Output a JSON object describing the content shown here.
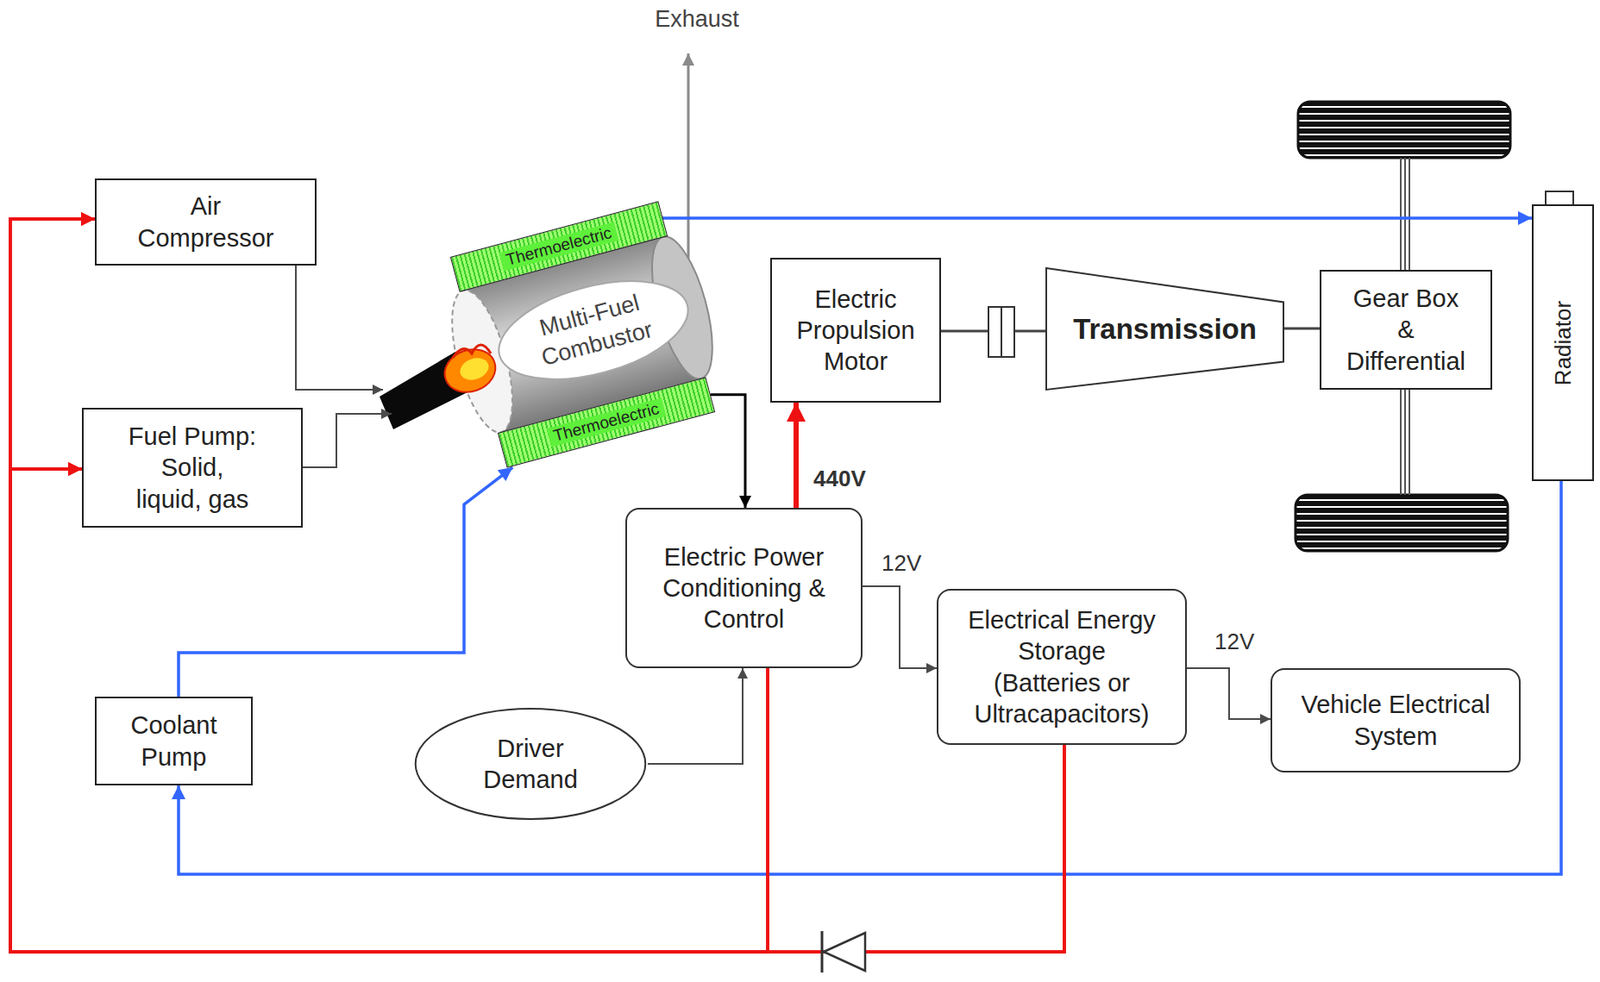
{
  "diagram": {
    "nodes": [
      {
        "text": [
          "Air Compressor"
        ]
      },
      {
        "text": [
          "Fuel Pump: Solid, liquid, gas"
        ]
      },
      {
        "text": [
          "Thermoelectric"
        ]
      },
      {
        "text": [
          "Multi-Fuel Combustor"
        ]
      },
      {
        "text": [
          "Thermoelectric"
        ]
      },
      {
        "text": [
          "Electric Propulsion Motor"
        ]
      },
      {
        "text": [
          "Transmission"
        ]
      },
      {
        "text": [
          "Gear Box & Differential"
        ]
      },
      {
        "text": [
          "Radiator"
        ]
      },
      {
        "text": [
          "Electric Power Conditioning & Control"
        ]
      },
      {
        "text": [
          "Electrical Energy Storage (Batteries or Ultracapacitors)"
        ]
      },
      {
        "text": [
          "Vehicle Electrical System"
        ]
      },
      {
        "text": [
          "Coolant Pump"
        ]
      },
      {
        "text": [
          "Driver Demand"
        ]
      }
    ],
    "edges": [
      {
        "from": 0,
        "to": 3,
        "arrow": "to"
      },
      {
        "from": 1,
        "to": 3,
        "arrow": "to"
      },
      {
        "from": 4,
        "to": 9,
        "arrow": "to"
      },
      {
        "from": 9,
        "to": 5,
        "arrow": "to",
        "label": "440V"
      },
      {
        "from": 9,
        "to": 10,
        "arrow": "to",
        "label": "12V"
      },
      {
        "from": 10,
        "to": 11,
        "arrow": "to",
        "label": "12V"
      },
      {
        "from": 13,
        "to": 9,
        "arrow": "to"
      },
      {
        "from": 12,
        "to": 4,
        "arrow": "to"
      },
      {
        "from": 2,
        "to": 8,
        "arrow": "to"
      },
      {
        "from": 8,
        "to": 12,
        "arrow": "to"
      },
      {
        "from": 9,
        "to": 0,
        "arrow": "to"
      },
      {
        "from": 9,
        "to": 1,
        "arrow": "to"
      },
      {
        "from": 10,
        "to": 0,
        "arrow": "to"
      },
      {
        "from": 10,
        "to": 1,
        "arrow": "to"
      },
      {
        "from": 5,
        "to": 6,
        "arrow": "none"
      },
      {
        "from": 6,
        "to": 7,
        "arrow": "none"
      }
    ],
    "labels": [
      "Exhaust"
    ]
  }
}
